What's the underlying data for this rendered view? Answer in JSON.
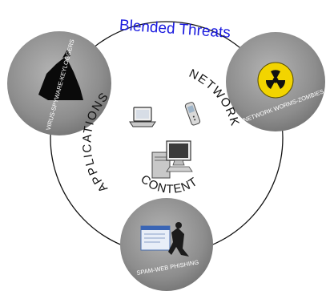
{
  "title": "Blended Threats",
  "ring_labels": {
    "applications": "APPLICATIONS",
    "network": "NETWORK",
    "content": "CONTENT"
  },
  "threat_circles": [
    {
      "id": "virus",
      "label": "VIRUS-SPYWARE-KEYLOGGERS",
      "icon": "hacker-silhouette-icon"
    },
    {
      "id": "network",
      "label": "NETWORK WORMS-ZOMBIES",
      "icon": "radiation-icon"
    },
    {
      "id": "spam",
      "label": "SPAM-WEB PHISHING",
      "icon": "phishing-thief-icon"
    }
  ],
  "center_icons": [
    "laptop-icon",
    "mobile-phone-icon",
    "desktop-computer-icon"
  ],
  "colors": {
    "title": "#1a1adf",
    "ring": "#111111",
    "threat_circle": "#8f8f8f",
    "threat_circle_dark": "#6a6a6a",
    "radiation_yellow": "#f2d400"
  }
}
